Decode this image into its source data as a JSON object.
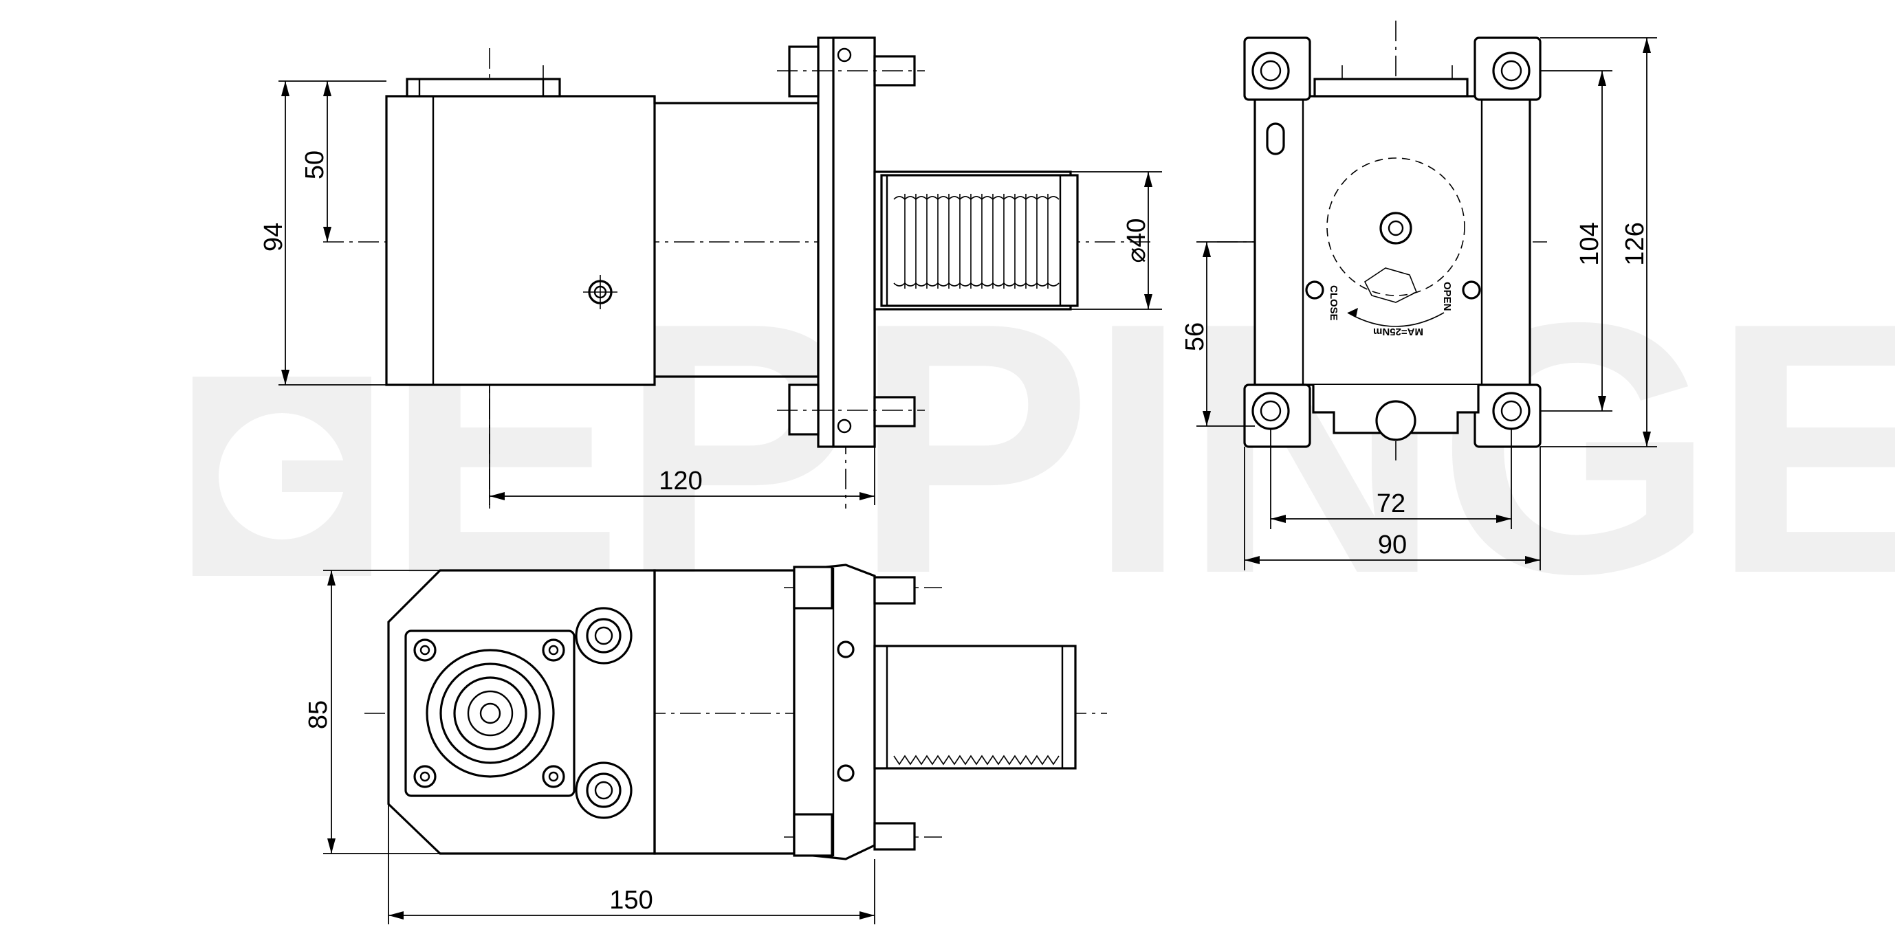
{
  "watermark": "EPPINGER",
  "side_view": {
    "dim_height_total": "94",
    "dim_height_center": "50",
    "dim_length": "120",
    "dim_shank_diameter": "⌀40"
  },
  "end_view": {
    "dim_center_height": "56",
    "dim_inner_height": "104",
    "dim_outer_height": "126",
    "dim_inner_width": "72",
    "dim_outer_width": "90",
    "label_close": "CLOSE",
    "label_open": "OPEN",
    "label_torque": "MA=25Nm"
  },
  "top_view": {
    "dim_width": "85",
    "dim_length": "150"
  }
}
